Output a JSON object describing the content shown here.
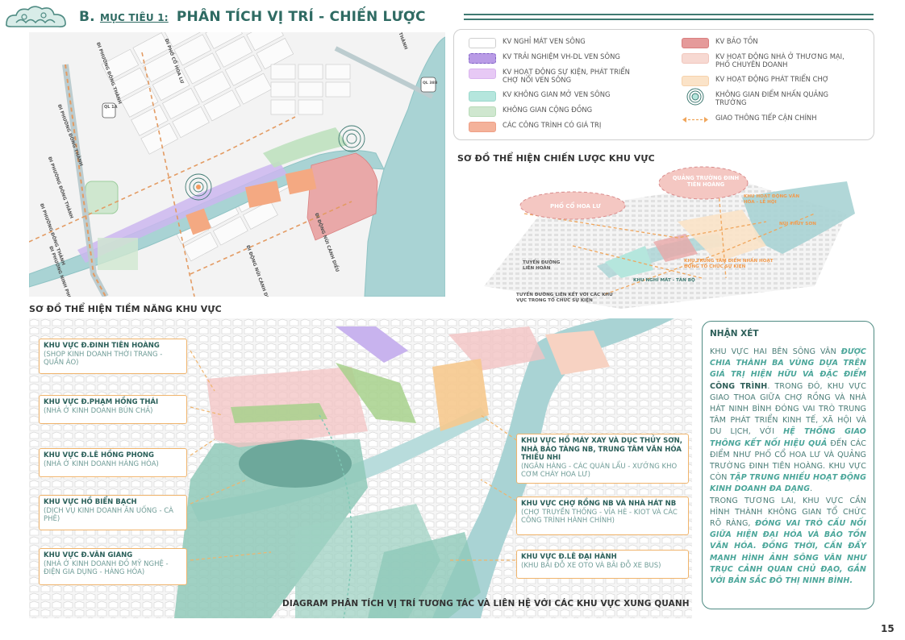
{
  "header": {
    "prefix": "B.",
    "target_label": "MỤC TIÊU 1:",
    "title": "PHÂN TÍCH VỊ TRÍ - CHIẾN LƯỢC"
  },
  "legend": {
    "items_left": [
      {
        "label": "KV NGHỈ MÁT VEN SÔNG",
        "color": "#ffffff",
        "border": "#cfcfcf"
      },
      {
        "label": "KV TRẢI NGHIỆM VH-DL VEN SÔNG",
        "color": "#b99be6",
        "border": "#9b7fd6"
      },
      {
        "label": "KV HOẠT ĐỘNG SỰ KIỆN, PHÁT TRIỂN CHỢ NỔI VEN SÔNG",
        "color": "#e7c9f5",
        "border": "#d9b4ef"
      },
      {
        "label": "KV KHÔNG GIAN MỞ VEN SÔNG",
        "color": "#b5e6dd",
        "border": "#9bd8cc"
      },
      {
        "label": "KHÔNG GIAN CỘNG ĐỒNG",
        "color": "#cfe7cf",
        "border": "#b8dbb8"
      },
      {
        "label": "CÁC CÔNG TRÌNH CÓ GIÁ TRỊ",
        "color": "#f4b29a",
        "border": "#ee9f86"
      }
    ],
    "items_right": [
      {
        "label": "KV BẢO TỒN",
        "color": "#e59a9a",
        "border": "#d97f7f"
      },
      {
        "label": "KV HOẠT ĐỘNG NHÀ Ở THƯƠNG MẠI, PHỐ CHUYÊN DOANH",
        "color": "#f7d9d2",
        "border": "#f1c6bc"
      },
      {
        "label": "KV HOẠT ĐỘNG PHÁT TRIỂN CHỢ",
        "color": "#fbe3c8",
        "border": "#f6d2ab"
      },
      {
        "label": "KHÔNG GIAN ĐIỂM NHẤN QUẢNG TRƯỜNG",
        "color": "icon",
        "border": ""
      },
      {
        "label": "GIAO THÔNG TIẾP CẬN CHÍNH",
        "color": "arrow",
        "border": ""
      }
    ]
  },
  "map1": {
    "heading": "SƠ ĐỒ THỂ HIỆN TIỀM NĂNG KHU VỰC",
    "road_labels": [
      "QL 1A",
      "QL 38B",
      "ĐI PHƯỜNG ĐÔNG THÀNH",
      "ĐI PHƯỜNG ĐÔNG THÀNH",
      "ĐI PHƯỜNG ĐÔNG THÀNH",
      "ĐI PHƯỜNG ĐÔNG THÀNH",
      "ĐI PHƯỜNG NINH PHONG",
      "ĐI PHỐ CỔ HOA LƯ",
      "ĐI ĐỘNG NÚI CÁNH DIỀU",
      "ĐI ĐỘNG NÚI CÁNH DIỀU",
      "THÀNH"
    ]
  },
  "map2": {
    "heading": "SƠ ĐỒ THỂ HIỆN CHIẾN LƯỢC KHU VỰC",
    "bubbles": [
      "PHỐ CỔ HOA LƯ",
      "QUẢNG TRƯỜNG ĐINH TIÊN HOÀNG"
    ],
    "labels": [
      "KHU HOẠT ĐỘNG VĂN HÓA - LỄ HỘI",
      "NÚI THÚY SƠN",
      "TUYẾN ĐƯỜNG LIÊN HOÀN",
      "KHU TRUNG TÂM ĐIỂM NHẤN HOẠT ĐỘNG TỔ CHỨC SỰ KIỆN",
      "KHU NGHỈ MÁT - TẢN BỘ",
      "TUYẾN ĐƯỜNG LIÊN KẾT VỚI CÁC KHU VỰC TRONG TỔ CHỨC SỰ KIỆN"
    ]
  },
  "diagram": {
    "caption": "DIAGRAM PHÂN TÍCH VỊ TRÍ TƯƠNG TÁC VÀ LIÊN HỆ VỚI CÁC KHU VỰC XUNG QUANH",
    "callouts_left": [
      {
        "title": "KHU VỰC Đ.ĐINH TIÊN HOÀNG",
        "desc": "(SHOP KINH DOANH THỜI TRANG - QUẦN ÁO)"
      },
      {
        "title": "KHU VỰC Đ.PHẠM HỒNG THÁI",
        "desc": "(NHÀ Ở KINH DOANH BÚN CHẢ)"
      },
      {
        "title": "KHU VỰC Đ.LÊ HỒNG PHONG",
        "desc": "(NHÀ Ở KINH DOANH HÀNG HÓA)"
      },
      {
        "title": "KHU VỰC HỒ BIỂN BẠCH",
        "desc": "(DỊCH VỤ KINH DOANH ĂN UỐNG - CÀ PHÊ)"
      },
      {
        "title": "KHU VỰC Đ.VÂN GIANG",
        "desc": "(NHÀ Ở KINH DOANH ĐỒ MỸ NGHỆ - ĐIỆN GIA DỤNG - HÀNG HÓA)"
      }
    ],
    "callouts_right": [
      {
        "title": "KHU VỰC HỒ MÁY XAY VÀ DỤC THỦY SƠN, NHÀ BẢO TÀNG NB, TRUNG TÂM VĂN HÓA THIẾU NHI",
        "desc": "(NGÂN HÀNG - CÁC QUÁN LẨU - XƯỞNG KHO CƠM CHÁY HOA LƯ)"
      },
      {
        "title": "KHU VỰC CHỢ RỒNG NB VÀ NHÀ HÁT NB",
        "desc": "(CHỢ TRUYỀN THỐNG - VỈA HÈ - KIOT VÀ CÁC CÔNG TRÌNH HÀNH CHÍNH)"
      },
      {
        "title": "KHU VỰC Đ.LÊ ĐẠI HÀNH",
        "desc": "(KHU BÃI ĐỖ XE OTO VÀ BÃI ĐỖ XE BUS)"
      }
    ]
  },
  "comment": {
    "title": "NHẬN XÉT",
    "p1_a": "KHU VỰC HAI BÊN SÔNG VÂN ",
    "p1_em": "ĐƯỢC CHIA THÀNH BA VÙNG DỰA TRÊN GIÁ TRỊ HIỆN HỮU VÀ ĐẶC ĐIỂM ",
    "p1_b": "CÔNG TRÌNH",
    "p1_c": ". TRONG ĐÓ, KHU VỰC GIAO THOA GIỮA CHỢ RỒNG VÀ NHÀ HÁT NINH BÌNH ĐÓNG VAI TRÒ TRUNG TÂM PHÁT TRIỂN KINH TẾ, XÃ HỘI VÀ DU LỊCH, VỚI ",
    "p1_em2": "HỆ THỐNG GIAO THÔNG KẾT NỐI HIỆU QUẢ",
    "p1_d": " ĐẾN CÁC ĐIỂM NHƯ PHỐ CỔ HOA LƯ VÀ QUẢNG TRƯỜNG ĐINH TIÊN HOÀNG. KHU VỰC CÒN ",
    "p1_em3": "TẬP TRUNG NHIỀU HOẠT ĐỘNG KINH DOANH ĐA DẠNG",
    "p1_e": ".",
    "p2_a": "TRONG TƯƠNG LAI, KHU VỰC CẦN HÌNH THÀNH KHÔNG GIAN TỔ CHỨC RÕ RÀNG, ",
    "p2_em": "ĐÓNG VAI TRÒ CẦU NỐI GIỮA HIỆN ĐẠI HÓA VÀ BẢO TỒN VĂN HÓA. ĐỒNG THỜI, CẦN ĐẨY MẠNH HÌNH ẢNH SÔNG VÂN NHƯ TRỤC CẢNH QUAN CHỦ ĐẠO, GẮN VỚI BẢN SẮC ĐÔ THỊ NINH BÌNH."
  },
  "page_number": "15",
  "colors": {
    "teal": "#3f7a72",
    "river": "#a9d3d4",
    "orange": "#f0b46c"
  }
}
